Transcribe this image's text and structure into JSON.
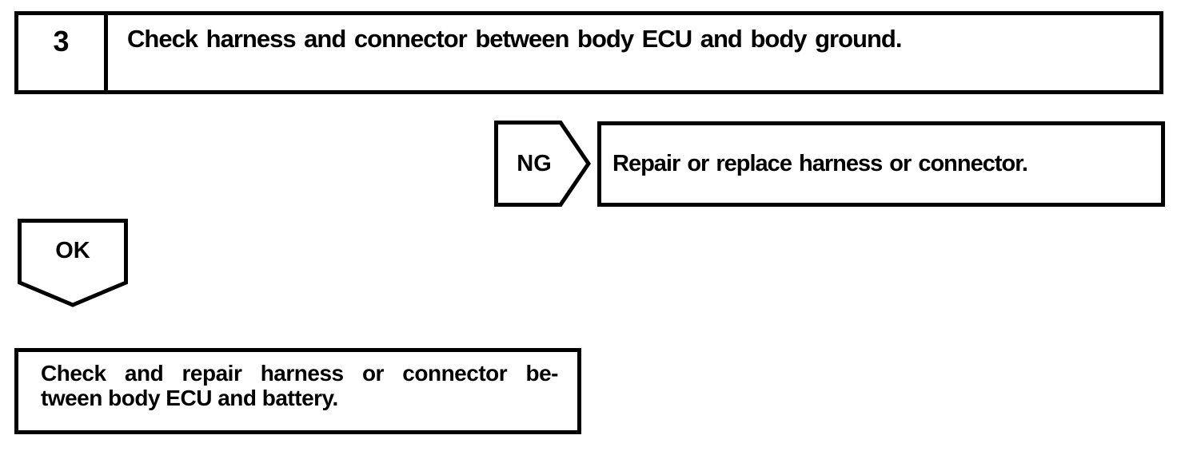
{
  "page": {
    "type": "service-manual-troubleshooting-flowchart",
    "colors": {
      "ink": "#000000",
      "paper": "#ffffff"
    }
  },
  "flowchart": {
    "step": {
      "number": "3",
      "title": "Check harness and connector between body ECU and body ground."
    },
    "ng_branch": {
      "label": "NG",
      "action": "Repair or replace harness or connector."
    },
    "ok_branch": {
      "label": "OK",
      "action_lines": [
        "Check and repair harness or connector be-",
        "tween body ECU and battery."
      ]
    }
  }
}
